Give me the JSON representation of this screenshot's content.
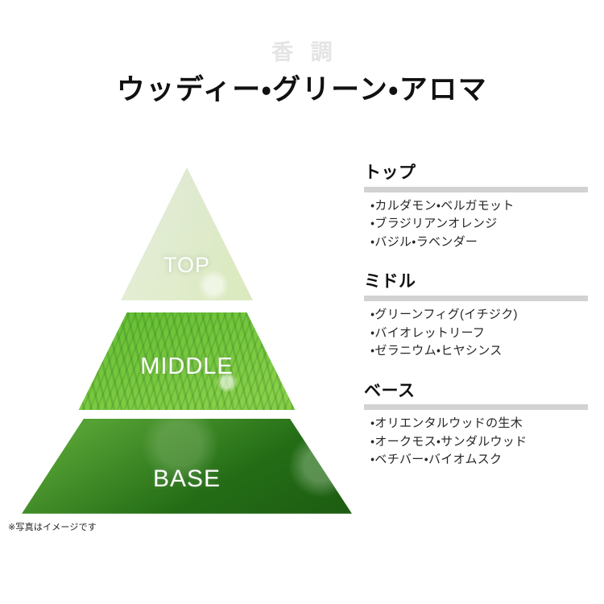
{
  "header": {
    "kicker": "香 調",
    "title": "ウッディー・グリーン・アロマ"
  },
  "pyramid": {
    "layers": [
      {
        "key": "top",
        "label": "TOP"
      },
      {
        "key": "middle",
        "label": "MIDDLE"
      },
      {
        "key": "base",
        "label": "BASE"
      }
    ],
    "footnote": "※写真はイメージです"
  },
  "notes": {
    "sections": [
      {
        "heading": "トップ",
        "items": [
          "・カルダモン・ベルガモット",
          "・ブラジリアンオレンジ",
          "・バジル・ラベンダー"
        ]
      },
      {
        "heading": "ミドル",
        "items": [
          "・グリーンフィグ(イチジク)",
          "・バイオレットリーフ",
          "・ゼラニウム・ヒヤシンス"
        ]
      },
      {
        "heading": "ベース",
        "items": [
          "・オリエンタルウッドの生木",
          "・オークモス・サンダルウッド",
          "・ベチバー・バイオムスク"
        ]
      }
    ]
  },
  "colors": {
    "background": "#ffffff",
    "kicker_gray": "#e4e4e4",
    "title_black": "#111111",
    "rule_gray": "#d2d2d2",
    "body_text": "#262626",
    "layer_top_green": "#d8ebb4",
    "layer_middle_green": "#6dc134",
    "layer_base_green": "#2e7a1d",
    "label_white": "#ffffff"
  }
}
